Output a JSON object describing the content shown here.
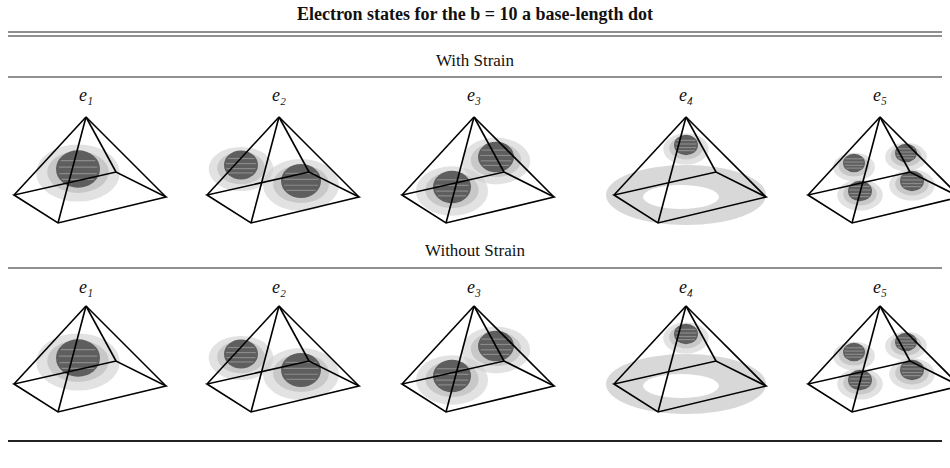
{
  "diagram": {
    "title": "Electron states for the b = 10 a base-length dot",
    "labels": [
      "With Strain",
      "Without Strain",
      "e₁",
      "e₂",
      "e₃",
      "e₄",
      "e₅",
      "e₁",
      "e₂",
      "e₃",
      "e₄",
      "e₅"
    ]
  }
}
